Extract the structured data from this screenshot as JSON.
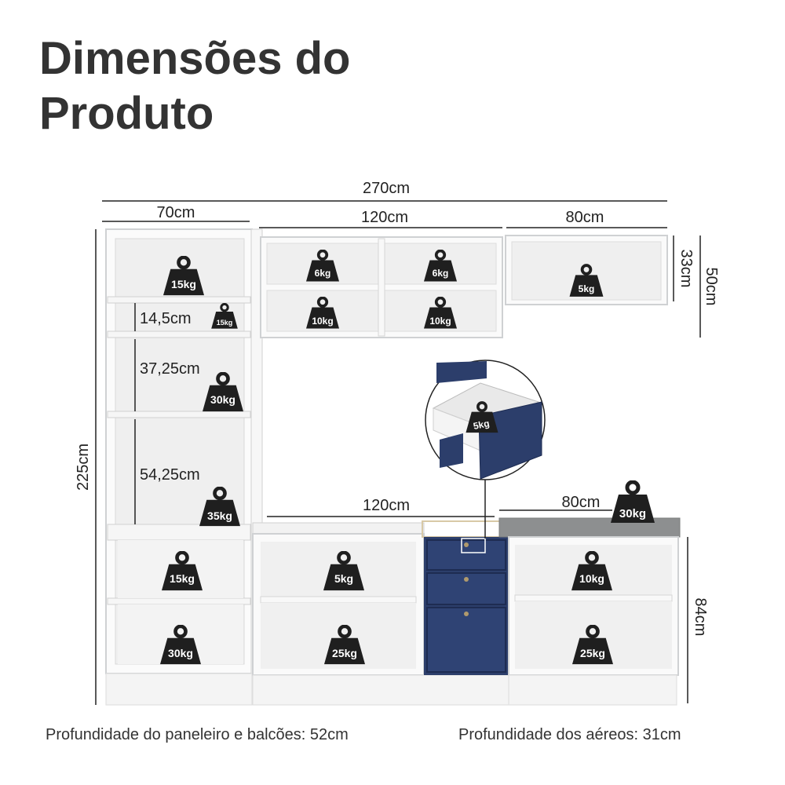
{
  "title": {
    "line1": "Dimensões do",
    "line2": "Produto"
  },
  "dimensions": {
    "total_width": "270cm",
    "paneleiro_width": "70cm",
    "aereo_width": "120cm",
    "aereo_small_width": "80cm",
    "aereo_small_height": "33cm",
    "aereo_height": "50cm",
    "total_height": "225cm",
    "shelf_gap_1": "14,5cm",
    "shelf_gap_2": "37,25cm",
    "shelf_gap_3": "54,25cm",
    "balcao_width": "120cm",
    "balcao_small_width": "80cm",
    "balcao_height": "84cm"
  },
  "weights": {
    "paneleiro_top": "15kg",
    "paneleiro_small": "15kg",
    "paneleiro_mid": "30kg",
    "paneleiro_tall": "35kg",
    "paneleiro_lower": "15kg",
    "paneleiro_bottom": "30kg",
    "aereo_top_left": "6kg",
    "aereo_top_right": "6kg",
    "aereo_bottom_left": "10kg",
    "aereo_bottom_right": "10kg",
    "aereo_small": "5kg",
    "drawer": "5kg",
    "countertop": "30kg",
    "balcao_upper": "5kg",
    "balcao_lower": "25kg",
    "balcao_small_upper": "10kg",
    "balcao_small_lower": "25kg"
  },
  "colors": {
    "navy": "#2c3e6b",
    "stone": "#8d8f90",
    "weight_icon": "#1f1f1f"
  },
  "footer": {
    "left": "Profundidade do paneleiro e balcões: 52cm",
    "right": "Profundidade dos aéreos: 31cm"
  }
}
